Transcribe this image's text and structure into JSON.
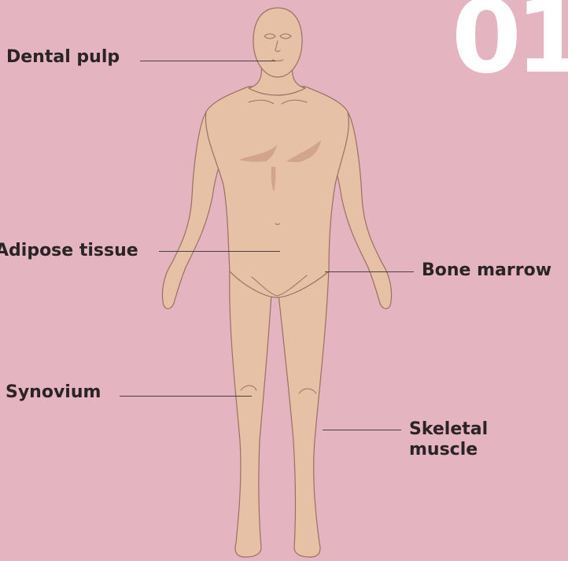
{
  "page_number": "01",
  "colors": {
    "background": "#e4b4c1",
    "skin": "#e6c1a6",
    "skin_shadow": "#d2a58a",
    "outline": "#9a7060"
  },
  "labels": {
    "dental_pulp": "Dental pulp",
    "adipose_tissue": "Adipose tissue",
    "bone_marrow": "Bone marrow",
    "synovium": "Synovium",
    "skeletal_muscle_line1": "Skeletal",
    "skeletal_muscle_line2": "muscle"
  }
}
